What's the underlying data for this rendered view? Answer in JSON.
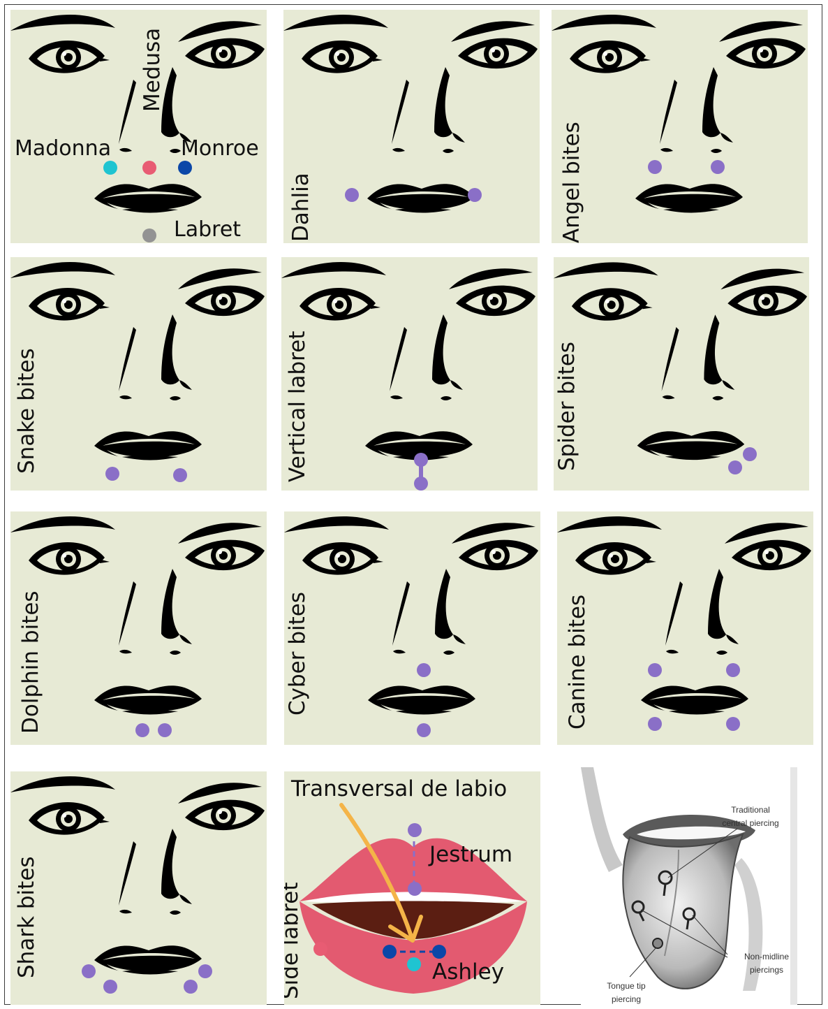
{
  "colors": {
    "panel_bg": "#e7ead5",
    "purple": "#8a6fc7",
    "cyan": "#1fc4d1",
    "pink": "#e85c73",
    "blue": "#0b47a8",
    "gray": "#939393",
    "lip": "#e35a70",
    "mouth_dark": "#5b1e12",
    "arrow": "#f4b448"
  },
  "panels": [
    {
      "id": "p1",
      "labels": {
        "medusa": "Medusa",
        "madonna": "Madonna",
        "monroe": "Monroe",
        "labret": "Labret"
      }
    },
    {
      "id": "p2",
      "label": "Dahlia"
    },
    {
      "id": "p3",
      "label": "Angel bites"
    },
    {
      "id": "p4",
      "label": "Snake bites"
    },
    {
      "id": "p5",
      "label": "Vertical labret"
    },
    {
      "id": "p6",
      "label": "Spider bites"
    },
    {
      "id": "p7",
      "label": "Dolphin bites"
    },
    {
      "id": "p8",
      "label": "Cyber bites"
    },
    {
      "id": "p9",
      "label": "Canine bites"
    },
    {
      "id": "p10",
      "label": "Shark bites"
    },
    {
      "id": "p11",
      "labels": {
        "transversal": "Transversal de labio",
        "jestrum": "Jestrum",
        "side_labret": "Side labret",
        "ashley": "Ashley"
      }
    },
    {
      "id": "p12",
      "labels": {
        "traditional_line1": "Traditional",
        "traditional_line2": "central piercing",
        "nonmid_line1": "Non-midline",
        "nonmid_line2": "piercings",
        "tip_line1": "Tongue tip",
        "tip_line2": "piercing"
      }
    }
  ],
  "icons": [
    "face-illustration-icon",
    "lips-illustration-icon",
    "tongue-illustration-icon"
  ]
}
